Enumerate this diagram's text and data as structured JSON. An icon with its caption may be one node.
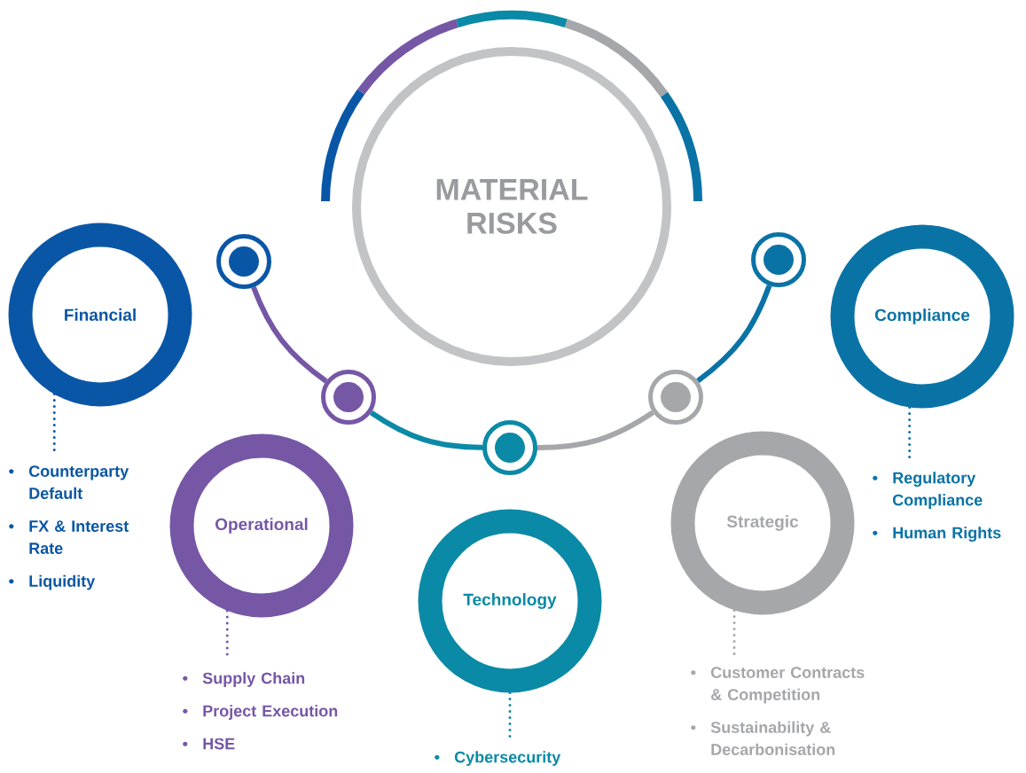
{
  "diagram": {
    "nodes": [
      {
        "text": [
          "MATERIAL RISKS"
        ]
      },
      {
        "text": [
          "Financial"
        ]
      },
      {
        "text": [
          "Operational"
        ]
      },
      {
        "text": [
          "Technology"
        ]
      },
      {
        "text": [
          "Strategic"
        ]
      },
      {
        "text": [
          "Compliance"
        ]
      },
      {
        "text": [],
        "shape": "circle"
      },
      {
        "text": [],
        "shape": "circle"
      },
      {
        "text": [],
        "shape": "circle"
      },
      {
        "text": [],
        "shape": "circle"
      },
      {
        "text": [],
        "shape": "circle"
      },
      {
        "text": [
          "Counterparty Default",
          "FX & Interest Rate",
          "Liquidity"
        ]
      },
      {
        "text": [
          "Supply Chain",
          "Project Execution",
          "HSE"
        ]
      },
      {
        "text": [
          "Cybersecurity"
        ]
      },
      {
        "text": [
          "Customer Contracts & Competition",
          "Sustainability & Decarbonisation"
        ]
      },
      {
        "text": [
          "Regulatory Compliance",
          "Human Rights"
        ]
      }
    ],
    "edges": [
      {
        "from": 6,
        "to": 7,
        "arrow": "none",
        "style": "thick",
        "color": "#7557a6"
      },
      {
        "from": 7,
        "to": 8,
        "arrow": "none",
        "style": "thick",
        "color": "#0a8aa6"
      },
      {
        "from": 8,
        "to": 9,
        "arrow": "none",
        "style": "thick",
        "color": "#a6a7aa"
      },
      {
        "from": 9,
        "to": 10,
        "arrow": "none",
        "style": "thick",
        "color": "#0a73a6"
      },
      {
        "from": 1,
        "to": 11,
        "arrow": "none",
        "style": "dashed",
        "color": "#0a56a6"
      },
      {
        "from": 2,
        "to": 12,
        "arrow": "none",
        "style": "dashed",
        "color": "#7557a6"
      },
      {
        "from": 3,
        "to": 13,
        "arrow": "none",
        "style": "dashed",
        "color": "#0a8aa6"
      },
      {
        "from": 4,
        "to": 14,
        "arrow": "none",
        "style": "dashed",
        "color": "#a6a7aa"
      },
      {
        "from": 5,
        "to": 15,
        "arrow": "none",
        "style": "dashed",
        "color": "#0a73a6"
      }
    ]
  }
}
